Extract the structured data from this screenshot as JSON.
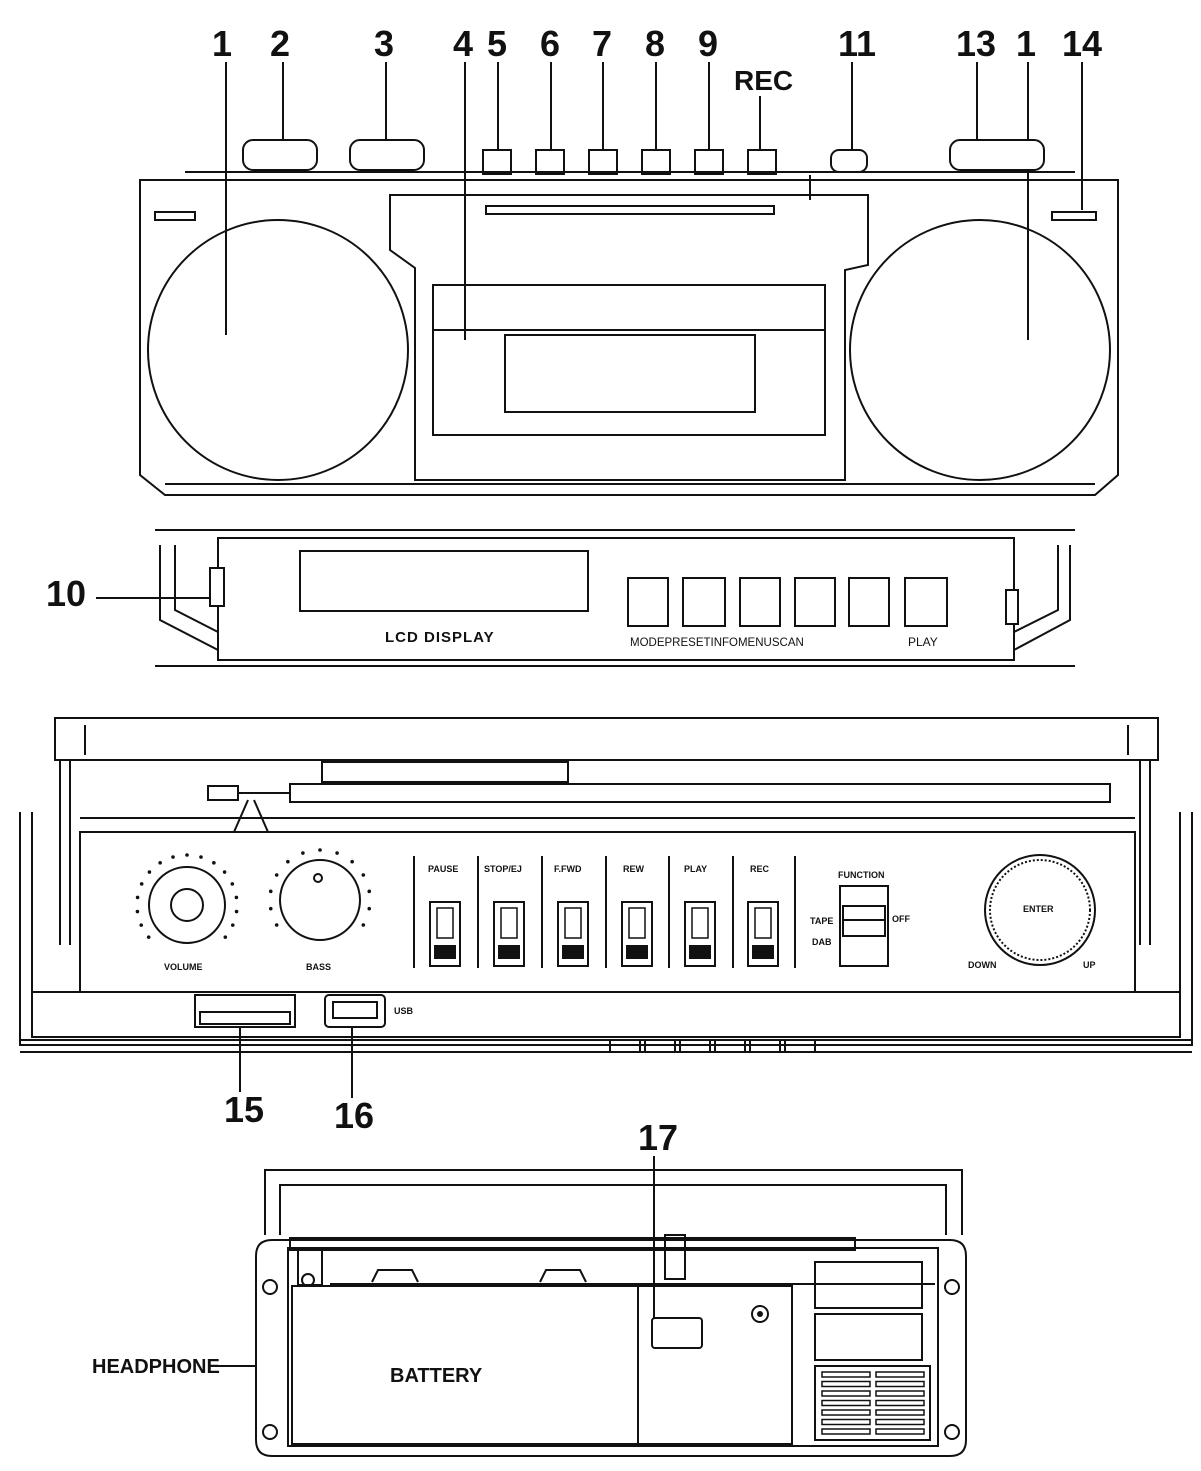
{
  "front": {
    "top_labels": [
      "1",
      "2",
      "3",
      "4",
      "5",
      "6",
      "7",
      "8",
      "9",
      "REC",
      "11",
      "13",
      "1",
      "14"
    ]
  },
  "display_strip": {
    "label_10": "10",
    "lcd_label": "LCD DISPLAY",
    "buttons_label": "MODEPRESETINFOMENUSCAN",
    "play_label": "PLAY"
  },
  "top_panel": {
    "volume": "VOLUME",
    "bass": "BASS",
    "keys": [
      "PAUSE",
      "STOP/EJ",
      "F.FWD",
      "REW",
      "PLAY",
      "REC"
    ],
    "function": "FUNCTION",
    "tape": "TAPE",
    "off": "OFF",
    "dab": "DAB",
    "enter": "ENTER",
    "down": "DOWN",
    "up": "UP",
    "usb": "USB",
    "label_15": "15",
    "label_16": "16"
  },
  "back": {
    "label_17": "17",
    "headphone": "HEADPHONE",
    "battery": "BATTERY"
  }
}
